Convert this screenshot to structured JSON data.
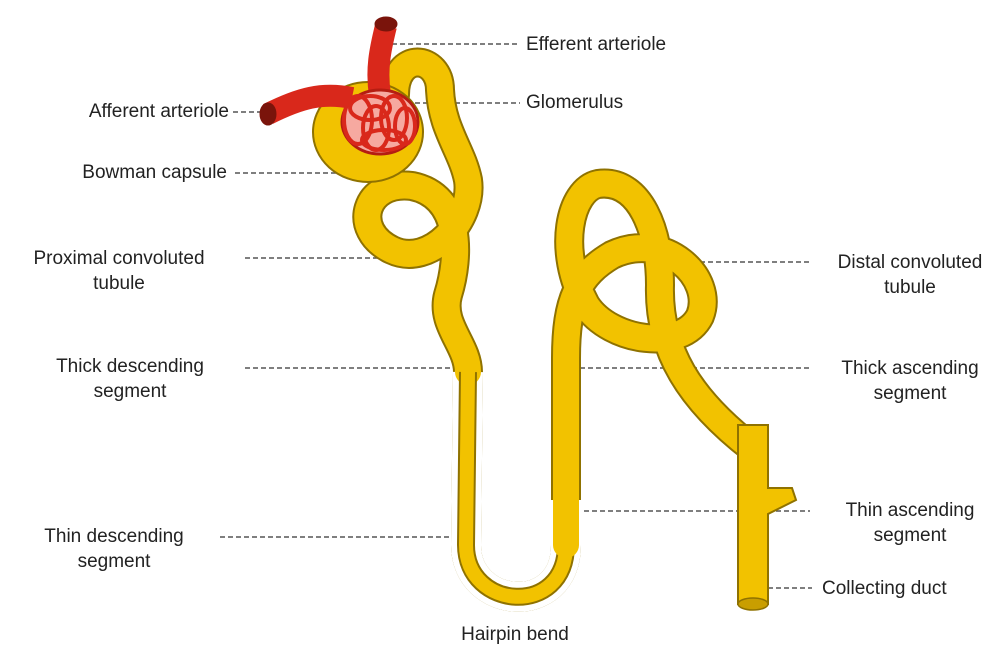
{
  "colors": {
    "tubule_fill": "#F2C200",
    "tubule_edge": "#8F7200",
    "arteriole_fill": "#D9281B",
    "arteriole_edge": "#7A140B",
    "glomerulus_fill": "#F6A9A0",
    "glomerulus_edge": "#B51D12",
    "leader_line": "#555555",
    "text": "#222222"
  },
  "labels": {
    "efferent_arteriole": "Efferent arteriole",
    "afferent_arteriole": "Afferent arteriole",
    "glomerulus": "Glomerulus",
    "bowman_capsule": "Bowman capsule",
    "proximal_convoluted_tubule": [
      "Proximal convoluted",
      "tubule"
    ],
    "distal_convoluted_tubule": [
      "Distal convoluted",
      "tubule"
    ],
    "thick_descending_segment": [
      "Thick descending",
      "segment"
    ],
    "thick_ascending_segment": [
      "Thick ascending",
      "segment"
    ],
    "thin_descending_segment": [
      "Thin descending",
      "segment"
    ],
    "thin_ascending_segment": [
      "Thin ascending",
      "segment"
    ],
    "collecting_duct": "Collecting duct",
    "hairpin_bend": "Hairpin bend"
  }
}
